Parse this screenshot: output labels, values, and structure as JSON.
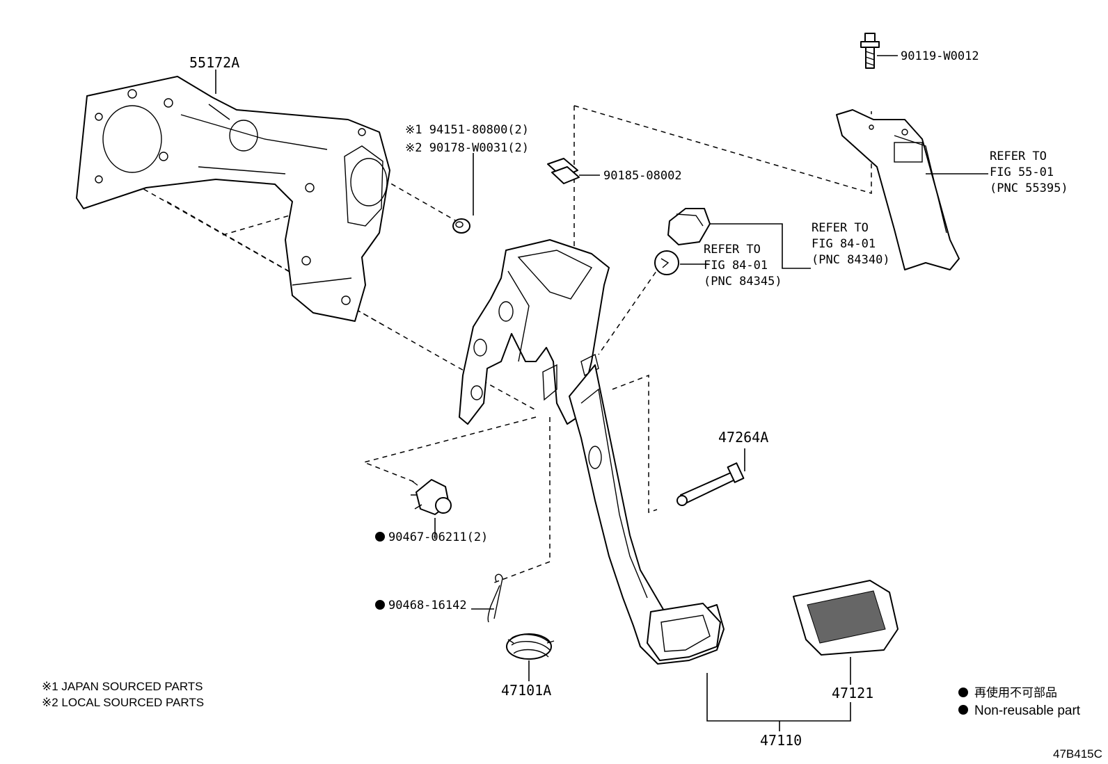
{
  "diagram_id": "47B415C",
  "parts": {
    "bracket": "55172A",
    "nut_japan": "※1 94151-80800(2)",
    "nut_local": "※2 90178-W0031(2)",
    "clip_nut": "90185-08002",
    "bolt": "90119-W0012",
    "refer_55": [
      "REFER TO",
      "FIG 55-01",
      "(PNC 55395)"
    ],
    "refer_84340": [
      "REFER TO",
      "FIG 84-01",
      "(PNC 84340)"
    ],
    "refer_84345": [
      "REFER TO",
      "FIG 84-01",
      "(PNC 84345)"
    ],
    "shaft": "47264A",
    "bushing": "90467-06211(2)",
    "pin": "90468-16142",
    "spring": "47101A",
    "pedal_pad": "47121",
    "pedal_assy": "47110"
  },
  "legend": {
    "japan_sourced": "※1 JAPAN SOURCED PARTS",
    "local_sourced": "※2 LOCAL SOURCED PARTS",
    "non_reusable_jp": "再使用不可部品",
    "non_reusable_en": "Non-reusable part"
  },
  "colors": {
    "line": "#000000",
    "background": "#ffffff"
  }
}
